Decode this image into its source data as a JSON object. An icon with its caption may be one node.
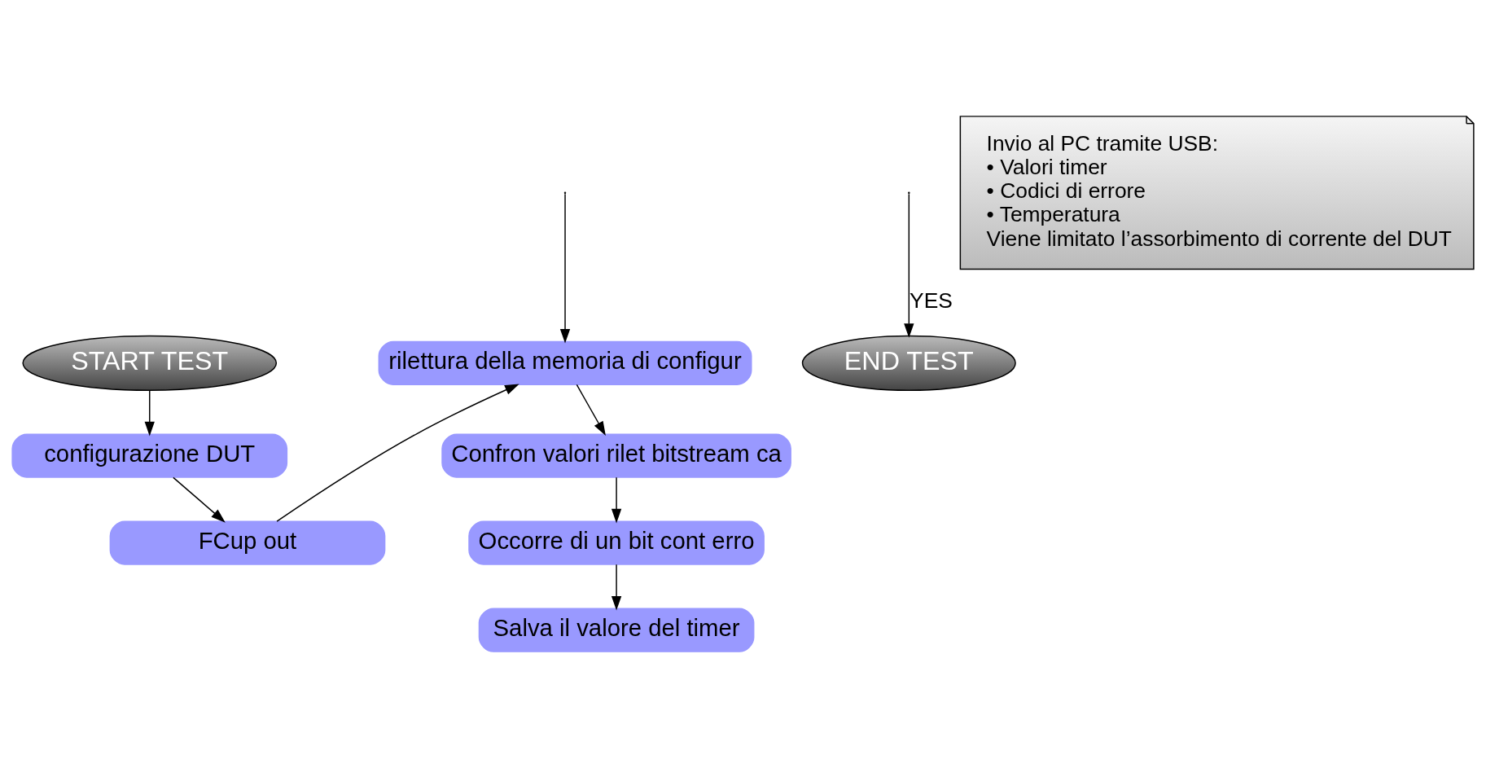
{
  "diagram": {
    "nodes": [
      {
        "text": [
          "START TEST"
        ]
      },
      {
        "text": [
          "configurazione DUT"
        ]
      },
      {
        "text": [
          "FCup out"
        ]
      },
      {
        "text": [
          "rilettura della memoria di configur"
        ]
      },
      {
        "text": [
          "Confron valori rilet bitstream ca"
        ]
      },
      {
        "text": [
          "Occorre di un bit cont erro"
        ]
      },
      {
        "text": [
          "Salva il valore del timer"
        ]
      },
      {
        "text": [
          "END TEST"
        ]
      },
      {
        "text": [
          "Invio al PC tramite USB:",
          "• Valori timer",
          "• Codici di errore",
          "• Temperatura",
          "Viene limitato l’assorbimento di corrente del DUT"
        ]
      }
    ],
    "edges": [
      {
        "from": 0,
        "to": 1,
        "arrow": "to"
      },
      {
        "from": 1,
        "to": 2,
        "arrow": "to"
      },
      {
        "from": 2,
        "to": 3,
        "arrow": "to"
      },
      {
        "from": 3,
        "to": 4,
        "arrow": "to"
      },
      {
        "from": 4,
        "to": 5,
        "arrow": "to"
      },
      {
        "from": 5,
        "to": 6,
        "arrow": "to"
      },
      {
        "from": null,
        "to": 3,
        "arrow": "to"
      },
      {
        "from": null,
        "to": 7,
        "arrow": "to",
        "label": "YES"
      }
    ]
  }
}
